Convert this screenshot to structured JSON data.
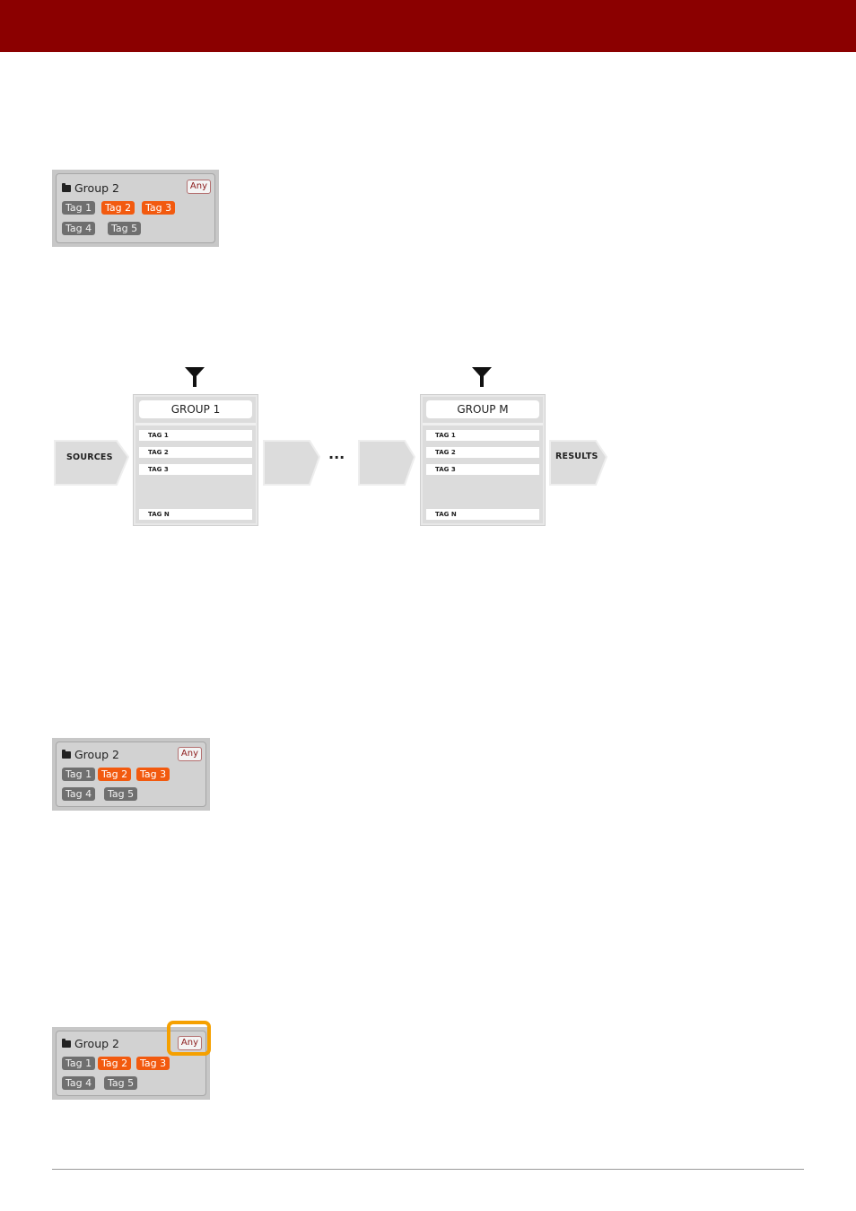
{
  "panels": [
    {
      "group_label": "Group 2",
      "any_label": "Any",
      "tags": [
        {
          "label": "Tag 1",
          "selected": false
        },
        {
          "label": "Tag 2",
          "selected": true
        },
        {
          "label": "Tag 3",
          "selected": true
        },
        {
          "label": "Tag 4",
          "selected": false
        },
        {
          "label": "Tag 5",
          "selected": false
        }
      ]
    },
    {
      "group_label": "Group 2",
      "any_label": "Any",
      "tags": [
        {
          "label": "Tag 1",
          "selected": false
        },
        {
          "label": "Tag 2",
          "selected": true
        },
        {
          "label": "Tag 3",
          "selected": true
        },
        {
          "label": "Tag 4",
          "selected": false
        },
        {
          "label": "Tag 5",
          "selected": false
        }
      ]
    },
    {
      "group_label": "Group 2",
      "any_label": "Any",
      "any_highlighted": true,
      "tags": [
        {
          "label": "Tag 1",
          "selected": false
        },
        {
          "label": "Tag 2",
          "selected": true
        },
        {
          "label": "Tag 3",
          "selected": true
        },
        {
          "label": "Tag 4",
          "selected": false
        },
        {
          "label": "Tag 5",
          "selected": false
        }
      ]
    }
  ],
  "diagram": {
    "sources_label": "SOURCES",
    "results_label": "RESULTS",
    "ellipsis": "...",
    "groups": [
      {
        "title": "GROUP 1",
        "tags": [
          "TAG 1",
          "TAG 2",
          "TAG 3",
          "TAG N"
        ]
      },
      {
        "title": "GROUP M",
        "tags": [
          "TAG 1",
          "TAG 2",
          "TAG 3",
          "TAG N"
        ]
      }
    ]
  },
  "colors": {
    "header": "#8b0000",
    "tag_selected": "#f25a0f",
    "tag_unselected": "#6f6f6f",
    "highlight": "#f5a000"
  },
  "icons": {
    "group": "folder-icon",
    "filter": "funnel-icon"
  }
}
